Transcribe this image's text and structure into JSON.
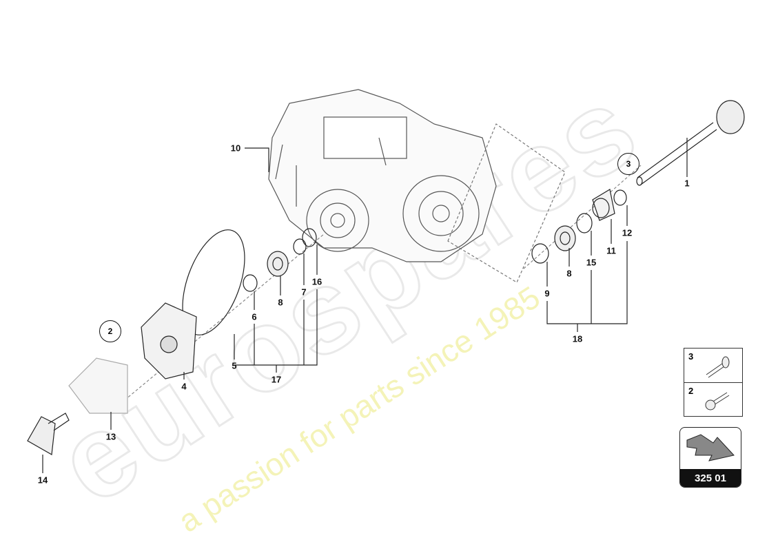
{
  "watermark": {
    "brand": "eurospares",
    "tagline": "a passion for parts since 1985"
  },
  "callouts": [
    {
      "id": "10",
      "text": "10"
    },
    {
      "id": "1",
      "text": "1"
    },
    {
      "id": "12",
      "text": "12"
    },
    {
      "id": "11",
      "text": "11"
    },
    {
      "id": "15",
      "text": "15"
    },
    {
      "id": "8b",
      "text": "8"
    },
    {
      "id": "9",
      "text": "9"
    },
    {
      "id": "18",
      "text": "18"
    },
    {
      "id": "16",
      "text": "16"
    },
    {
      "id": "7",
      "text": "7"
    },
    {
      "id": "8a",
      "text": "8"
    },
    {
      "id": "6",
      "text": "6"
    },
    {
      "id": "5",
      "text": "5"
    },
    {
      "id": "17",
      "text": "17"
    },
    {
      "id": "4",
      "text": "4"
    },
    {
      "id": "13",
      "text": "13"
    },
    {
      "id": "14",
      "text": "14"
    }
  ],
  "circled": [
    {
      "id": "3",
      "text": "3"
    },
    {
      "id": "2",
      "text": "2"
    }
  ],
  "legend": [
    {
      "num": "3",
      "icon": "bolt-icon"
    },
    {
      "num": "2",
      "icon": "flange-bolt-icon"
    }
  ],
  "catalog_ref": {
    "number": "325 01",
    "icon": "arrow-icon"
  },
  "colors": {
    "line": "#222222",
    "watermark_text": "#f4f3b8",
    "watermark_logo": "#e9e9e9"
  }
}
